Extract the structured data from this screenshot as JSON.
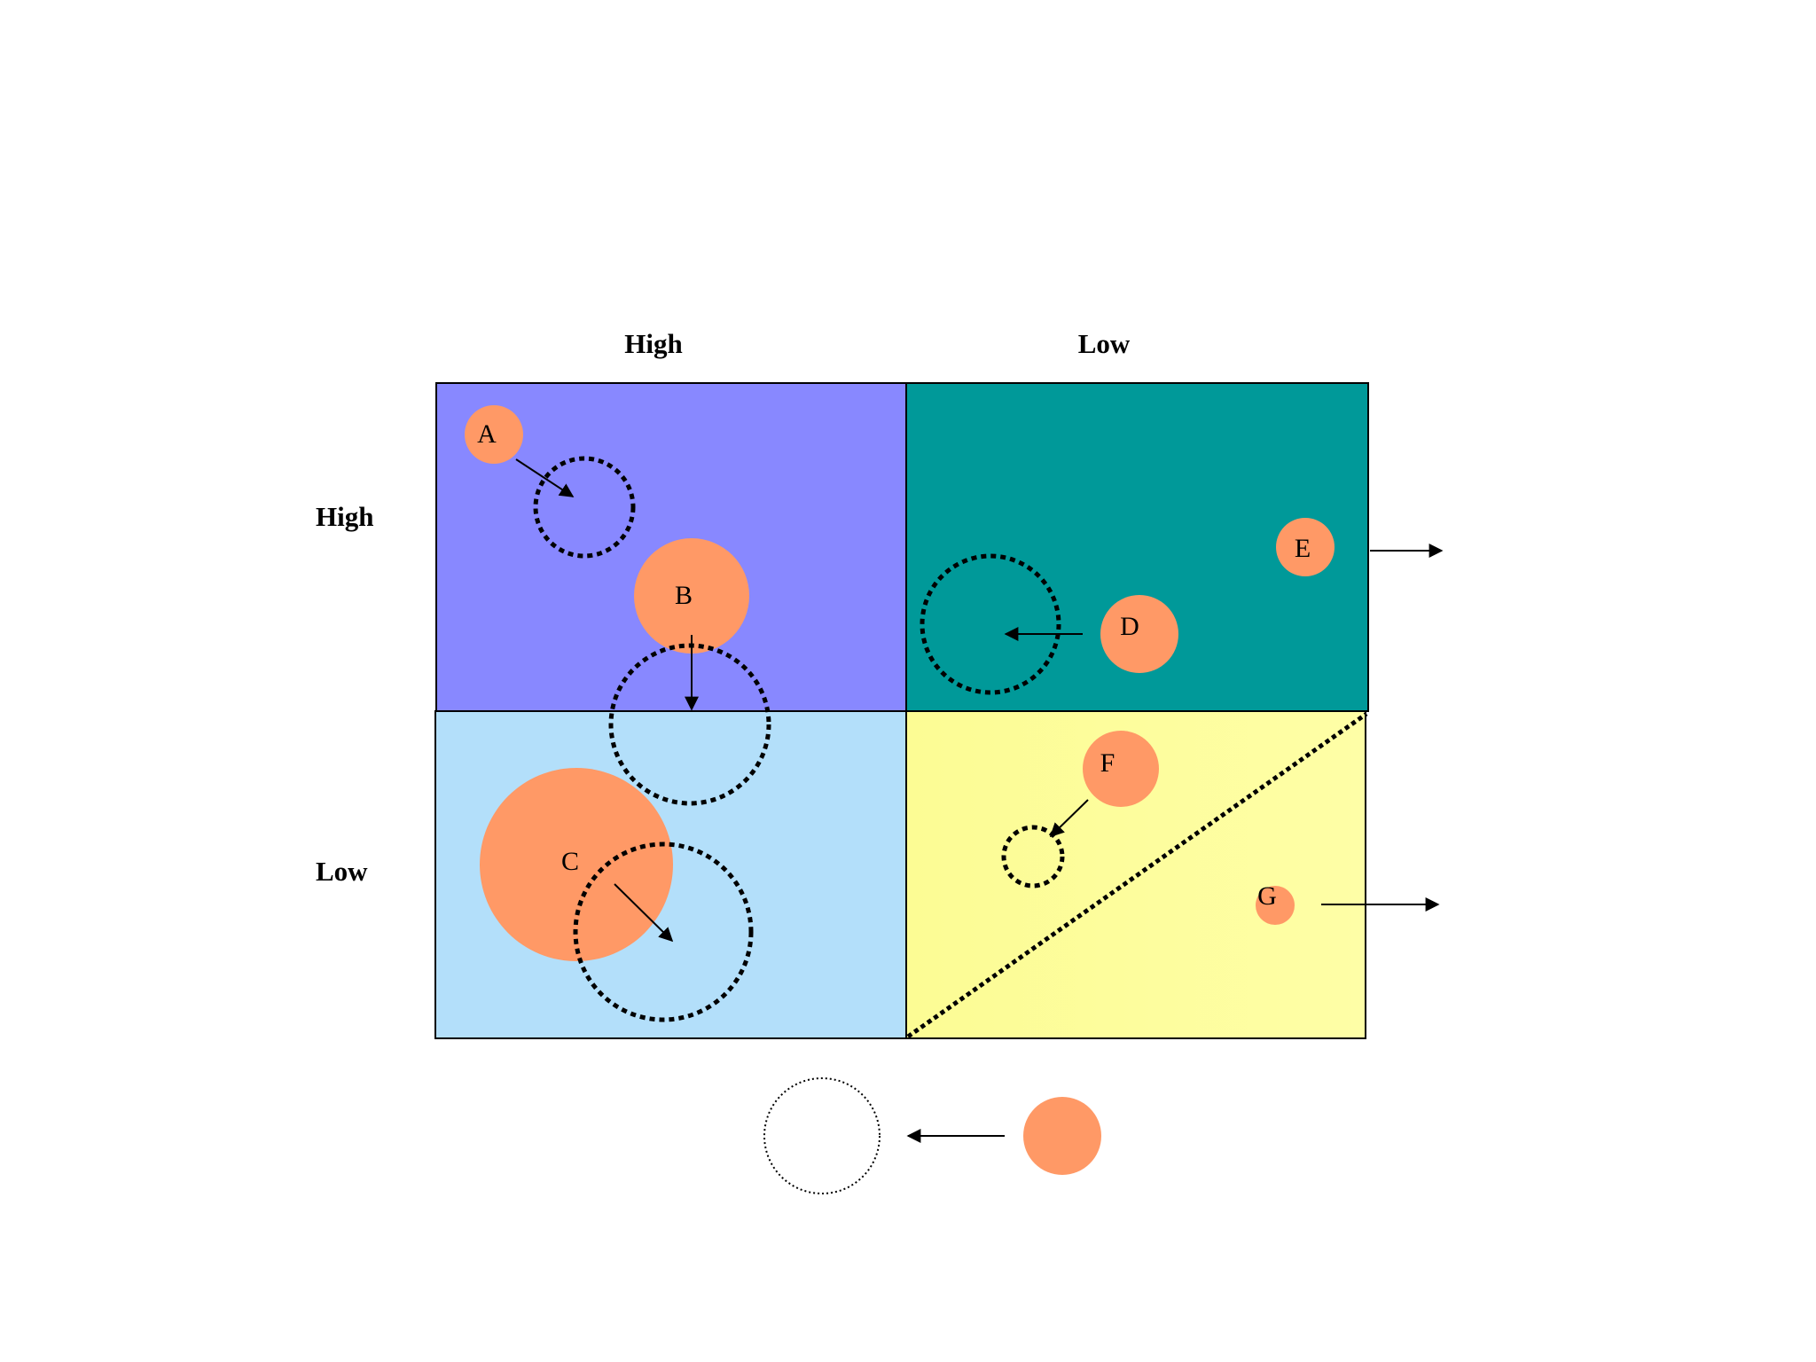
{
  "axes": {
    "top_left": "High",
    "top_right": "Low",
    "left_top": "High",
    "left_bottom": "Low"
  },
  "colors": {
    "quadrant_top_left": "#8888ff",
    "quadrant_top_right": "#009999",
    "quadrant_bottom_left": "#b3dffa",
    "quadrant_bottom_right": "#fdfd9a",
    "bubble": "#ff9966",
    "stroke": "#000000"
  },
  "bubbles": {
    "a": "A",
    "b": "B",
    "c": "C",
    "d": "D",
    "e": "E",
    "f": "F",
    "g": "G"
  }
}
